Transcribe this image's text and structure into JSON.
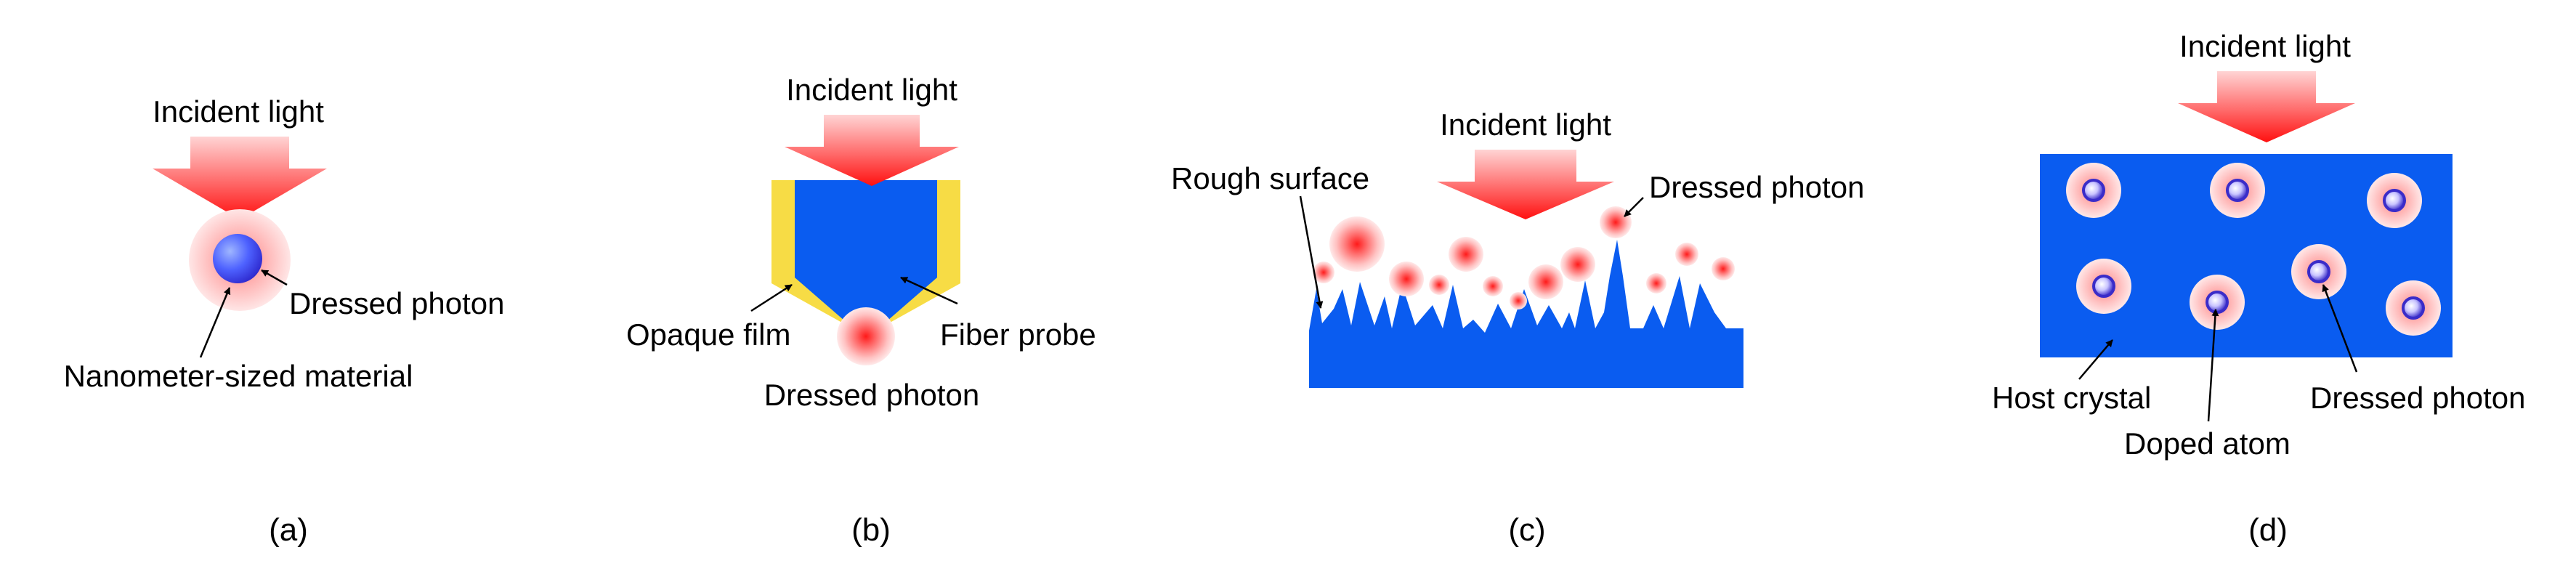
{
  "colors": {
    "blue": "#0a5cf0",
    "film": "#f7dc45",
    "glow": "#ff2a2a",
    "arrow_top": "#ffd2d2",
    "arrow_bottom": "#ff1414",
    "atom": "#3a2cc9"
  },
  "panels": {
    "a": {
      "caption": "(a)",
      "incident": "Incident light",
      "dressed": "Dressed photon",
      "material": "Nanometer-sized material"
    },
    "b": {
      "caption": "(b)",
      "incident": "Incident light",
      "opaque": "Opaque film",
      "fiber": "Fiber probe",
      "dressed": "Dressed photon"
    },
    "c": {
      "caption": "(c)",
      "incident": "Incident light",
      "rough": "Rough surface",
      "dressed": "Dressed photon"
    },
    "d": {
      "caption": "(d)",
      "incident": "Incident light",
      "host": "Host crystal",
      "doped": "Doped atom",
      "dressed": "Dressed photon"
    }
  }
}
